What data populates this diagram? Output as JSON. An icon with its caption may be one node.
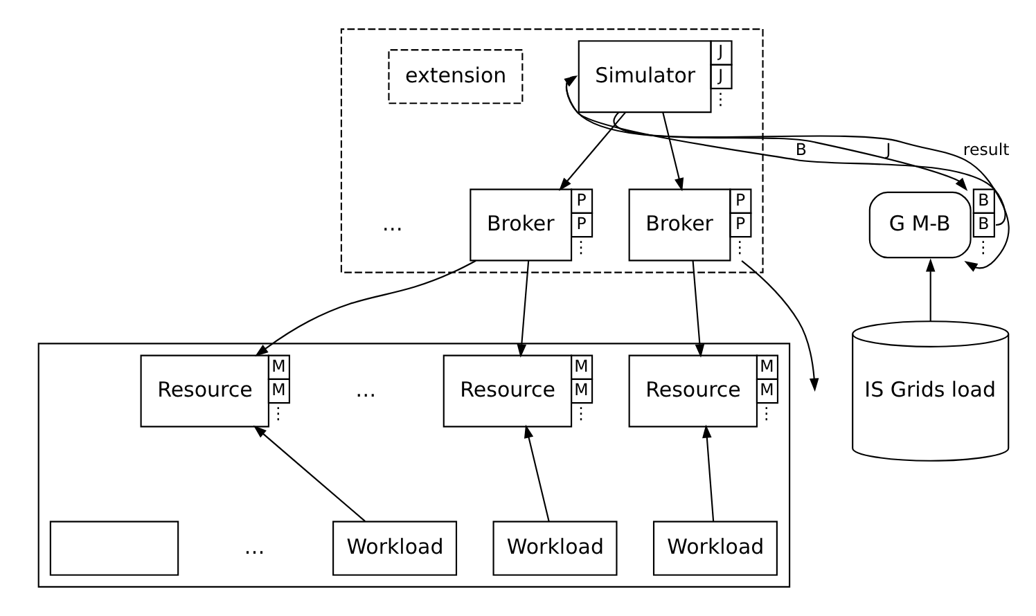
{
  "diagram": {
    "nodes": [
      {
        "text": [
          "G M-B"
        ],
        "beside": [
          "B",
          "B",
          "⋮"
        ]
      },
      {
        "text": [],
        "shape": "box"
      },
      {
        "text": [
          "Simulator"
        ],
        "in": 1,
        "beside": [
          "J",
          "J",
          "⋮"
        ]
      },
      {
        "text": [
          "extension"
        ],
        "in": 1
      },
      {
        "text": [
          "Broker"
        ],
        "in": 1,
        "beside": [
          "P",
          "P",
          "⋮"
        ]
      },
      {
        "text": [
          "Broker"
        ],
        "in": 1,
        "beside": [
          "P",
          "P",
          "⋮"
        ]
      },
      {
        "text": [
          "IS Grids load"
        ]
      },
      {
        "text": [],
        "shape": "box"
      },
      {
        "text": [
          "Resource"
        ],
        "in": 7,
        "beside": [
          "M",
          "M",
          "⋮"
        ]
      },
      {
        "text": [
          "Resource"
        ],
        "in": 7,
        "beside": [
          "M",
          "M",
          "⋮"
        ]
      },
      {
        "text": [
          "Resource"
        ],
        "in": 7,
        "beside": [
          "M",
          "M",
          "⋮"
        ]
      },
      {
        "text": [
          "Workload"
        ],
        "in": 7
      },
      {
        "text": [
          "Workload"
        ],
        "in": 7
      },
      {
        "text": [
          "Workload"
        ],
        "in": 7
      },
      {
        "text": [],
        "shape": "box",
        "in": 7
      }
    ],
    "edges": [
      {
        "from": 2,
        "to": 0,
        "arrow": "to",
        "label": "J"
      },
      {
        "from": 0,
        "to": 2,
        "arrow": "to",
        "label": "B"
      },
      {
        "from": 2,
        "to": 0,
        "arrow": "to",
        "label": "result"
      },
      {
        "from": 6,
        "to": 0,
        "arrow": "to"
      },
      {
        "from": 2,
        "to": 4,
        "arrow": "to"
      },
      {
        "from": 2,
        "to": 5,
        "arrow": "to"
      },
      {
        "from": 4,
        "to": 8,
        "arrow": "to"
      },
      {
        "from": 4,
        "to": 9,
        "arrow": "to"
      },
      {
        "from": 5,
        "to": 10,
        "arrow": "to"
      },
      {
        "from": 5,
        "to": null,
        "arrow": "to"
      },
      {
        "from": 11,
        "to": 8,
        "arrow": "to"
      },
      {
        "from": 12,
        "to": 9,
        "arrow": "to"
      },
      {
        "from": 13,
        "to": 10,
        "arrow": "to"
      }
    ],
    "labels": [
      "…",
      "…",
      "…"
    ]
  }
}
